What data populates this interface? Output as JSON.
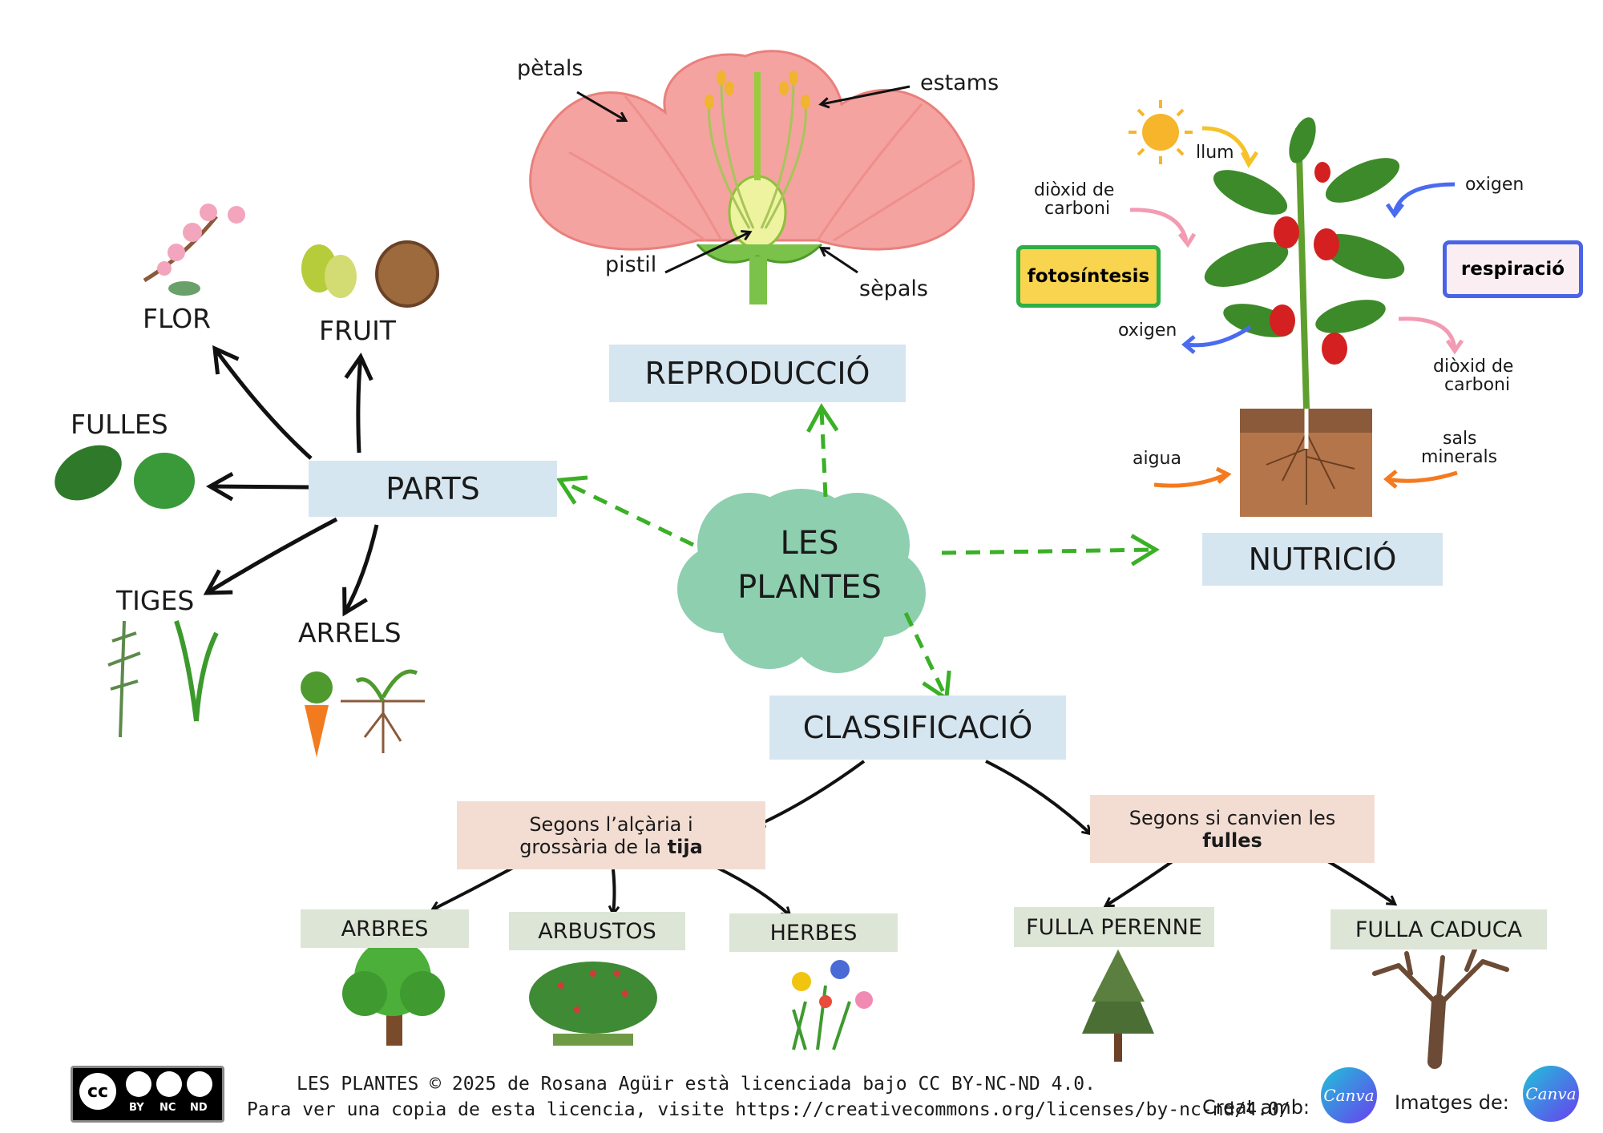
{
  "center": {
    "line1": "LES",
    "line2": "PLANTES"
  },
  "reproduccio": {
    "title": "REPRODUCCIÓ",
    "petals": "pètals",
    "estams": "estams",
    "pistil": "pistil",
    "sepals": "sèpals"
  },
  "nutricio": {
    "title": "NUTRICIÓ",
    "llum": "llum",
    "dioxid_left_1": "diòxid de",
    "dioxid_left_2": "carboni",
    "oxigen_right": "oxigen",
    "fotosintesi": "fotosíntesis",
    "respiracio": "respiració",
    "oxigen_left": "oxigen",
    "dioxid_right_1": "diòxid de",
    "dioxid_right_2": "carboni",
    "aigua": "aigua",
    "sals_1": "sals",
    "sals_2": "minerals"
  },
  "parts": {
    "title": "PARTS",
    "flor": "FLOR",
    "fruit": "FRUIT",
    "fulles": "FULLES",
    "tiges": "TIGES",
    "arrels": "ARRELS"
  },
  "classificacio": {
    "title": "CLASSIFICACIÓ",
    "left_1": "Segons l’alçària i",
    "left_2a": "grossària de la ",
    "left_2b": "tija",
    "right_1": "Segons si canvien les",
    "right_2": "fulles",
    "arbres": "ARBRES",
    "arbustos": "ARBUSTOS",
    "herbes": "HERBES",
    "perenne": "FULLA PERENNE",
    "caduca": "FULLA CADUCA"
  },
  "footer": {
    "line1": "LES PLANTES © 2025 de Rosana Agüir està licenciada bajo CC BY-NC-ND 4.0.",
    "line2": "Para ver una copia de esta licencia, visite https://creativecommons.org/licenses/by-nc-nd/4.0/",
    "creat": "Creat amb:",
    "imatges": "Imatges de:",
    "canva": "Canva",
    "cc_by": "BY",
    "cc_nc": "NC",
    "cc_nd": "ND",
    "cc": "cc"
  },
  "colors": {
    "arrow_green": "#3ab026",
    "center_cloud": "#8ecfb0",
    "foto_border": "#2eae45",
    "foto_fill": "#f9d44f",
    "resp_border": "#4a63e6"
  }
}
